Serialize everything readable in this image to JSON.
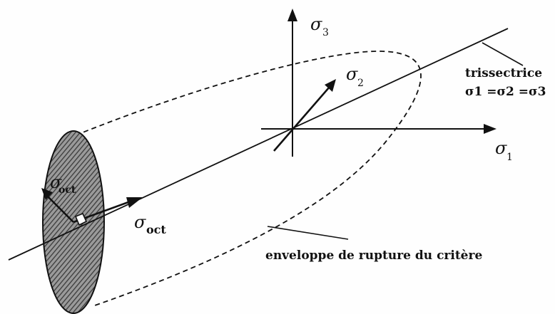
{
  "labels": {
    "sigma": "σ",
    "axis1_sub": "1",
    "axis2_sub": "2",
    "axis3_sub": "3",
    "oct_sub": "oct",
    "trisectrice": "trissectrice",
    "equality": "σ1 =σ2 =σ3",
    "envelope": "enveloppe de rupture du critère"
  },
  "colors": {
    "ink": "#111111",
    "hatch_dark": "#3a3a3a",
    "hatch_light": "#9a9a9a",
    "background": "#fefefe"
  }
}
